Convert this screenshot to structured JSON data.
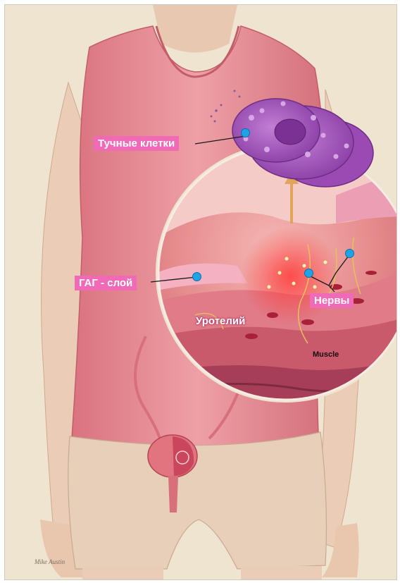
{
  "labels": {
    "mast_cells": "Тучные клетки",
    "gag_layer": "ГАГ - слой",
    "nerves": "Нервы",
    "urothelium": "Уротелий",
    "muscle": "Muscle"
  },
  "signature": "Mike Austin",
  "colors": {
    "background": "#efe4d0",
    "shirt": "#e6909a",
    "skin": "#eacbb5",
    "mast_cell": "#a95bbf",
    "label_bg": "#f06ab8",
    "marker": "#1ea3e6"
  }
}
